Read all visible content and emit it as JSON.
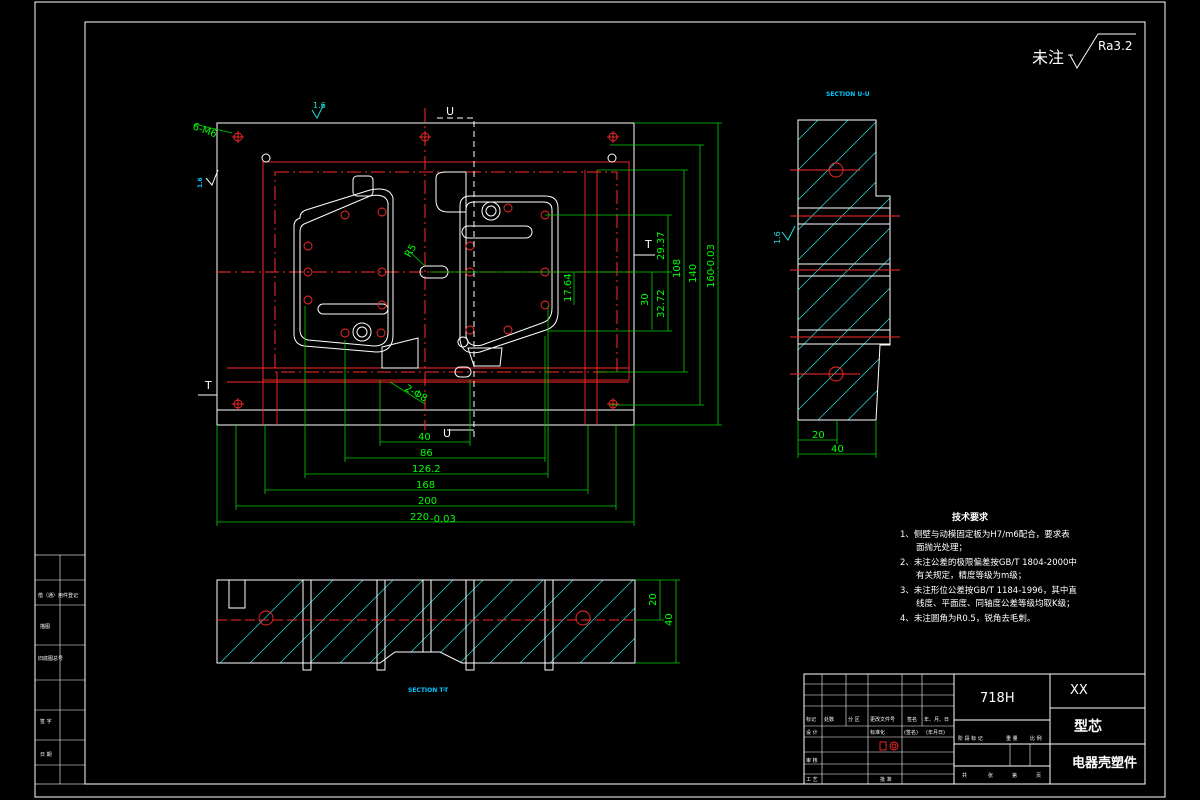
{
  "roughness_note": {
    "label": "未注",
    "value": "Ra3.2"
  },
  "section_u_title": "SECTION U-U",
  "section_t_title": "SECTION T-T",
  "section_markers": {
    "u_top": "U",
    "u_bottom": "U",
    "t_right": "T",
    "t_left": "T"
  },
  "plan_annotations": {
    "thread_callout": "6-M6",
    "roughness_left": "1.6",
    "roughness_top": "1.6",
    "pin_callout": "2-Φ8",
    "radius": "R5"
  },
  "dims_horizontal": [
    "40",
    "86",
    "126.2",
    "168",
    "200",
    "220"
  ],
  "dims_horizontal_tol": "-0.03",
  "dims_vertical": [
    "29.37",
    "108",
    "140",
    "160",
    "17.64",
    "30",
    "32.72"
  ],
  "dims_vertical_tol": "-0.03",
  "section_u_dims": [
    "20",
    "40"
  ],
  "section_u_roughness": "1.6",
  "section_t_dims": [
    "20",
    "40"
  ],
  "tech_req": {
    "title": "技术要求",
    "items": [
      "1、侧壁与动模固定板为H7/m6配合，要求表",
      "面抛光处理；",
      "2、未注公差的极限偏差按GB/T 1804-2000中",
      "有关规定，精度等级为m级；",
      "3、未注形位公差按GB/T 1184-1996，其中直",
      "线度、平面度、同轴度公差等级均取K级；",
      "4、未注圆角为R0.5，锐角去毛刺。"
    ]
  },
  "left_strip": [
    "借（通）用件登记",
    "描图",
    "旧底图总号",
    "签 字",
    "日 期"
  ],
  "title_block": {
    "material": "718H",
    "company": "XX",
    "part_name": "型芯",
    "drawing_name": "电器壳塑件",
    "row_labels_a": [
      "标记",
      "处数",
      "分 区",
      "更改文件号",
      "签名",
      "年、月、日"
    ],
    "row_labels_b": [
      "设 计",
      "标准化",
      "(签名)",
      "(年月日)"
    ],
    "stage_labels": [
      "阶 段 标 记",
      "重 量",
      "比 例"
    ],
    "row_labels_c": [
      "审 核"
    ],
    "row_labels_d": [
      "工 艺",
      "批 准"
    ],
    "bottom_labels": [
      "共",
      "张",
      "第",
      "页"
    ]
  }
}
